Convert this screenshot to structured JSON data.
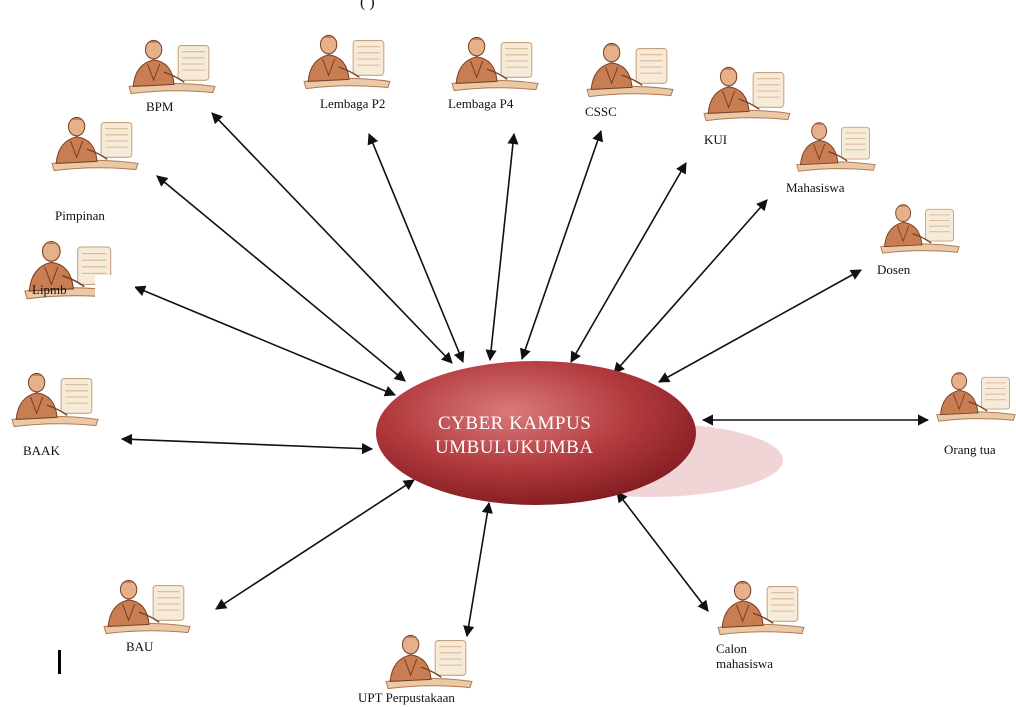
{
  "hub": {
    "line1": "CYBER KAMPUS",
    "line2": "UMBULUKUMBA",
    "fill_light": "#d2686b",
    "fill_dark": "#8f1f24",
    "shadow": "#f1d4d6"
  },
  "top_clipped_text": "(                              )",
  "colors": {
    "arrow": "#111111",
    "person_skin": "#c37a4f",
    "person_hair": "#8b4a2b",
    "monitor": "#f3e3cf"
  },
  "nodes": [
    {
      "id": "bpm",
      "label": "BPM",
      "icon": "person-at-computer-icon"
    },
    {
      "id": "lembaga-p2",
      "label": "Lembaga P2",
      "icon": "person-at-computer-icon"
    },
    {
      "id": "lembaga-p4",
      "label": "Lembaga P4",
      "icon": "person-at-computer-icon"
    },
    {
      "id": "cssc",
      "label": "CSSC",
      "icon": "person-at-computer-icon"
    },
    {
      "id": "kui",
      "label": "KUI",
      "icon": "person-at-computer-icon"
    },
    {
      "id": "mahasiswa",
      "label": "Mahasiswa",
      "icon": "person-at-computer-icon"
    },
    {
      "id": "dosen",
      "label": "Dosen",
      "icon": "person-at-computer-icon"
    },
    {
      "id": "orang-tua",
      "label": "Orang tua",
      "icon": "person-at-computer-icon"
    },
    {
      "id": "calon-mahasiswa",
      "label": "Calon",
      "label2": "mahasiswa",
      "icon": "person-at-computer-icon"
    },
    {
      "id": "upt-perpustakaan",
      "label": "UPT Perpustakaan",
      "icon": "person-at-computer-icon"
    },
    {
      "id": "bau",
      "label": "BAU",
      "icon": "person-at-computer-icon"
    },
    {
      "id": "baak",
      "label": "BAAK",
      "icon": "person-at-computer-icon"
    },
    {
      "id": "lipmb",
      "label": "Lipmb",
      "icon": "person-at-computer-icon"
    },
    {
      "id": "pimpinan",
      "label": "Pimpinan",
      "icon": "person-at-computer-icon"
    }
  ]
}
